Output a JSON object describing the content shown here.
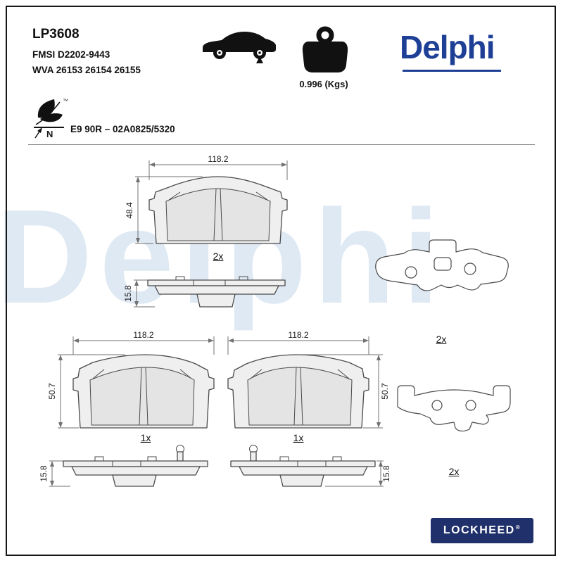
{
  "header": {
    "part_number": "LP3608",
    "fmsi": "FMSI D2202-9443",
    "wva": "WVA 26153 26154 26155",
    "weight": "0.996 (Kgs)",
    "brand_logo": "Delphi",
    "approval": "E9 90R – 02A0825/5320",
    "eco_mark_letter": "N",
    "eco_mark_tm": "™"
  },
  "watermark": "Delphi",
  "drawings": {
    "pad_top": {
      "width_dim": "118.2",
      "height_dim": "48.4",
      "qty": "2x"
    },
    "shim_top": {
      "height_dim": "15.8"
    },
    "backplate_top": {
      "qty": "2x"
    },
    "pad_left": {
      "width_dim": "118.2",
      "height_dim": "50.7",
      "qty": "1x"
    },
    "pad_right": {
      "width_dim": "118.2",
      "height_dim": "50.7",
      "qty": "1x"
    },
    "shim_left": {
      "height_dim": "15.8"
    },
    "shim_right": {
      "height_dim": "15.8"
    },
    "backplate_bottom": {
      "qty": "2x"
    }
  },
  "footer": {
    "brand": "LOCKHEED",
    "registered": "®"
  },
  "colors": {
    "delphi_blue": "#1e3f96",
    "lockheed_navy": "#20306b",
    "watermark_blue": "#dfe9f4"
  }
}
